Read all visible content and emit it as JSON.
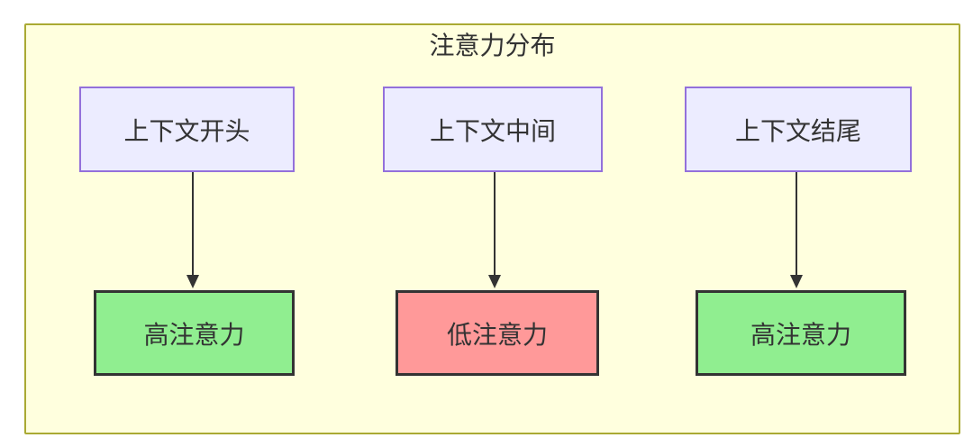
{
  "diagram": {
    "title": "注意力分布",
    "nodes": {
      "top": [
        {
          "label": "上下文开头"
        },
        {
          "label": "上下文中间"
        },
        {
          "label": "上下文结尾"
        }
      ],
      "bottom": [
        {
          "label": "高注意力",
          "level": "high"
        },
        {
          "label": "低注意力",
          "level": "low"
        },
        {
          "label": "高注意力",
          "level": "high"
        }
      ]
    },
    "edges": [
      {
        "from": "上下文开头",
        "to": "高注意力"
      },
      {
        "from": "上下文中间",
        "to": "低注意力"
      },
      {
        "from": "上下文结尾",
        "to": "高注意力"
      }
    ],
    "colors": {
      "canvas_background": "#ffffff",
      "container_fill": "#ffffde",
      "container_border": "#aaaa33",
      "source_node_fill": "#ececff",
      "source_node_border": "#9370db",
      "high_attention_fill": "#90ee90",
      "low_attention_fill": "#ff9999",
      "attention_node_border": "#333333",
      "arrow": "#333333",
      "text": "#333333"
    }
  }
}
